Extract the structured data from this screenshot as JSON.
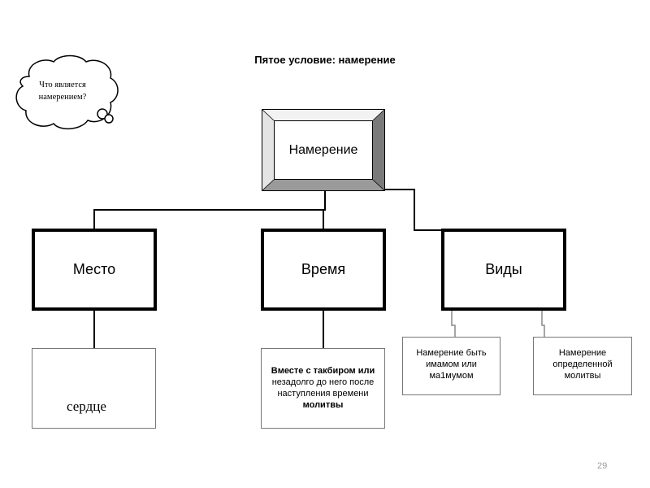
{
  "title": "Пятое условие: намерение",
  "thought_bubble": {
    "text_line1": "Что является",
    "text_line2": "намерением?"
  },
  "root": {
    "label": "Намерение"
  },
  "categories": {
    "place": {
      "label": "Место"
    },
    "time": {
      "label": "Время"
    },
    "types": {
      "label": "Виды"
    }
  },
  "details": {
    "place": {
      "text": "сердце"
    },
    "time": {
      "bold1": "Вместе с такбиром или",
      "normal": "незадолго до него после наступления времени ",
      "bold2": "молитвы"
    },
    "types": [
      {
        "text": "Намерение быть имамом или ма1мумом"
      },
      {
        "text": "Намерение определенной молитвы"
      }
    ]
  },
  "page_number": "29"
}
